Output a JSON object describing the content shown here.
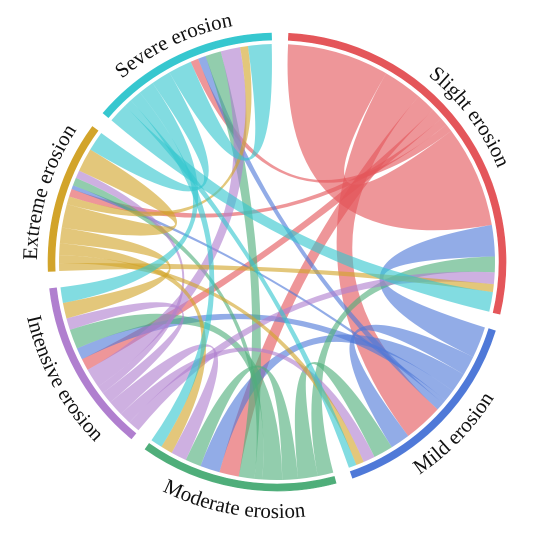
{
  "chart_data": {
    "type": "chord",
    "title": "",
    "unit": "",
    "segments": [
      {
        "name": "Slight erosion",
        "color": "#e4565a"
      },
      {
        "name": "Mild erosion",
        "color": "#4f79d8"
      },
      {
        "name": "Moderate erosion",
        "color": "#4fae7a"
      },
      {
        "name": "Intensive erosion",
        "color": "#b07fcf"
      },
      {
        "name": "Extreme erosion",
        "color": "#d2a42a"
      },
      {
        "name": "Severe erosion",
        "color": "#36c7cf"
      }
    ],
    "flows": [
      {
        "from": "Slight erosion",
        "to": "Slight erosion",
        "value": 26
      },
      {
        "from": "Slight erosion",
        "to": "Mild erosion",
        "value": 10
      },
      {
        "from": "Slight erosion",
        "to": "Moderate erosion",
        "value": 5
      },
      {
        "from": "Slight erosion",
        "to": "Intensive erosion",
        "value": 3
      },
      {
        "from": "Slight erosion",
        "to": "Extreme erosion",
        "value": 2
      },
      {
        "from": "Slight erosion",
        "to": "Severe erosion",
        "value": 2
      },
      {
        "from": "Mild erosion",
        "to": "Slight erosion",
        "value": 8
      },
      {
        "from": "Mild erosion",
        "to": "Mild erosion",
        "value": 5
      },
      {
        "from": "Mild erosion",
        "to": "Moderate erosion",
        "value": 5
      },
      {
        "from": "Mild erosion",
        "to": "Intensive erosion",
        "value": 3
      },
      {
        "from": "Mild erosion",
        "to": "Extreme erosion",
        "value": 1
      },
      {
        "from": "Mild erosion",
        "to": "Severe erosion",
        "value": 2
      },
      {
        "from": "Moderate erosion",
        "to": "Slight erosion",
        "value": 4
      },
      {
        "from": "Moderate erosion",
        "to": "Mild erosion",
        "value": 5
      },
      {
        "from": "Moderate erosion",
        "to": "Moderate erosion",
        "value": 4
      },
      {
        "from": "Moderate erosion",
        "to": "Intensive erosion",
        "value": 5
      },
      {
        "from": "Moderate erosion",
        "to": "Extreme erosion",
        "value": 2
      },
      {
        "from": "Moderate erosion",
        "to": "Severe erosion",
        "value": 4
      },
      {
        "from": "Intensive erosion",
        "to": "Slight erosion",
        "value": 3
      },
      {
        "from": "Intensive erosion",
        "to": "Mild erosion",
        "value": 3
      },
      {
        "from": "Intensive erosion",
        "to": "Moderate erosion",
        "value": 4
      },
      {
        "from": "Intensive erosion",
        "to": "Intensive erosion",
        "value": 3
      },
      {
        "from": "Intensive erosion",
        "to": "Extreme erosion",
        "value": 2
      },
      {
        "from": "Intensive erosion",
        "to": "Severe erosion",
        "value": 5
      },
      {
        "from": "Extreme erosion",
        "to": "Slight erosion",
        "value": 2
      },
      {
        "from": "Extreme erosion",
        "to": "Mild erosion",
        "value": 2
      },
      {
        "from": "Extreme erosion",
        "to": "Moderate erosion",
        "value": 3
      },
      {
        "from": "Extreme erosion",
        "to": "Intensive erosion",
        "value": 4
      },
      {
        "from": "Extreme erosion",
        "to": "Extreme erosion",
        "value": 6
      },
      {
        "from": "Extreme erosion",
        "to": "Severe erosion",
        "value": 2
      },
      {
        "from": "Severe erosion",
        "to": "Slight erosion",
        "value": 5
      },
      {
        "from": "Severe erosion",
        "to": "Mild erosion",
        "value": 2
      },
      {
        "from": "Severe erosion",
        "to": "Moderate erosion",
        "value": 3
      },
      {
        "from": "Severe erosion",
        "to": "Intensive erosion",
        "value": 4
      },
      {
        "from": "Severe erosion",
        "to": "Extreme erosion",
        "value": 5
      },
      {
        "from": "Severe erosion",
        "to": "Severe erosion",
        "value": 6
      }
    ]
  }
}
